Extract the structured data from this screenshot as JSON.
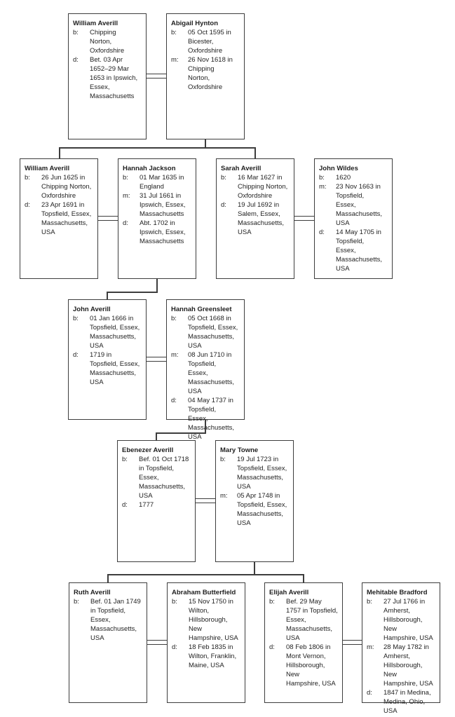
{
  "diagram": {
    "type": "family-tree-pedigree-chart",
    "colors": {
      "background": "#ffffff",
      "line": "#3d3d3d",
      "text": "#1f1f1f"
    }
  },
  "people": [
    {
      "name": "William Averill",
      "events": [
        {
          "label": "b:",
          "text": "Chipping\nNorton,\nOxfordshire"
        },
        {
          "label": "d:",
          "text": "Bet. 03 Apr\n1652–29 Mar\n1653 in Ipswich,\nEssex,\nMassachusetts"
        }
      ]
    },
    {
      "name": "Abigail Hynton",
      "events": [
        {
          "label": "b:",
          "text": "05 Oct 1595 in\nBicester,\nOxfordshire"
        },
        {
          "label": "m:",
          "text": "26 Nov 1618 in\nChipping\nNorton,\nOxfordshire"
        }
      ]
    },
    {
      "name": "William Averill",
      "events": [
        {
          "label": "b:",
          "text": "26 Jun 1625 in\nChipping Norton,\nOxfordshire"
        },
        {
          "label": "d:",
          "text": "23 Apr 1691 in\nTopsfield, Essex,\nMassachusetts,\nUSA"
        }
      ]
    },
    {
      "name": "Hannah Jackson",
      "events": [
        {
          "label": "b:",
          "text": "01 Mar 1635 in\nEngland"
        },
        {
          "label": "m:",
          "text": "31 Jul 1661 in\nIpswich, Essex,\nMassachusetts"
        },
        {
          "label": "d:",
          "text": "Abt. 1702 in\nIpswich, Essex,\nMassachusetts"
        }
      ]
    },
    {
      "name": "Sarah Averill",
      "events": [
        {
          "label": "b:",
          "text": "16 Mar 1627 in\nChipping Norton,\nOxfordshire"
        },
        {
          "label": "d:",
          "text": "19 Jul 1692 in\nSalem, Essex,\nMassachusetts,\nUSA"
        }
      ]
    },
    {
      "name": "John Wildes",
      "events": [
        {
          "label": "b:",
          "text": "1620"
        },
        {
          "label": "m:",
          "text": "23 Nov 1663 in\nTopsfield,\nEssex,\nMassachusetts,\nUSA"
        },
        {
          "label": "d:",
          "text": "14 May 1705 in\nTopsfield,\nEssex,\nMassachusetts,\nUSA"
        }
      ]
    },
    {
      "name": "John Averill",
      "events": [
        {
          "label": "b:",
          "text": "01 Jan 1666 in\nTopsfield, Essex,\nMassachusetts,\nUSA"
        },
        {
          "label": "d:",
          "text": "1719 in\nTopsfield, Essex,\nMassachusetts,\nUSA"
        }
      ]
    },
    {
      "name": "Hannah Greensleet",
      "events": [
        {
          "label": "b:",
          "text": "05 Oct 1668 in\nTopsfield, Essex,\nMassachusetts,\nUSA"
        },
        {
          "label": "m:",
          "text": "08 Jun 1710 in\nTopsfield,\nEssex,\nMassachusetts,\nUSA"
        },
        {
          "label": "d:",
          "text": "04 May 1737 in\nTopsfield,\nEssex,\nMassachusetts,\nUSA"
        }
      ]
    },
    {
      "name": "Ebenezer Averill",
      "events": [
        {
          "label": "b:",
          "text": "Bef. 01 Oct 1718\nin Topsfield,\nEssex,\nMassachusetts,\nUSA"
        },
        {
          "label": "d:",
          "text": "1777"
        }
      ]
    },
    {
      "name": "Mary Towne",
      "events": [
        {
          "label": "b:",
          "text": "19 Jul 1723 in\nTopsfield, Essex,\nMassachusetts,\nUSA"
        },
        {
          "label": "m:",
          "text": "05 Apr 1748 in\nTopsfield, Essex,\nMassachusetts,\nUSA"
        }
      ]
    },
    {
      "name": "Ruth Averill",
      "events": [
        {
          "label": "b:",
          "text": "Bef. 01 Jan 1749\nin Topsfield,\nEssex,\nMassachusetts,\nUSA"
        }
      ]
    },
    {
      "name": "Abraham Butterfield",
      "events": [
        {
          "label": "b:",
          "text": "15 Nov 1750 in\nWilton,\nHillsborough, New\nHampshire, USA"
        },
        {
          "label": "d:",
          "text": "18 Feb 1835 in\nWilton, Franklin,\nMaine, USA"
        }
      ]
    },
    {
      "name": "Elijah Averill",
      "events": [
        {
          "label": "b:",
          "text": "Bef. 29 May\n1757 in Topsfield,\nEssex,\nMassachusetts,\nUSA"
        },
        {
          "label": "d:",
          "text": "08 Feb 1806 in\nMont Vernon,\nHillsborough, New\nHampshire, USA"
        }
      ]
    },
    {
      "name": "Mehitable Bradford",
      "events": [
        {
          "label": "b:",
          "text": "27 Jul 1766 in\nAmherst,\nHillsborough, New\nHampshire, USA"
        },
        {
          "label": "m:",
          "text": "28 May 1782 in\nAmherst,\nHillsborough, New\nHampshire, USA"
        },
        {
          "label": "d:",
          "text": "1847 in Medina,\nMedina, Ohio,\nUSA"
        }
      ]
    }
  ]
}
